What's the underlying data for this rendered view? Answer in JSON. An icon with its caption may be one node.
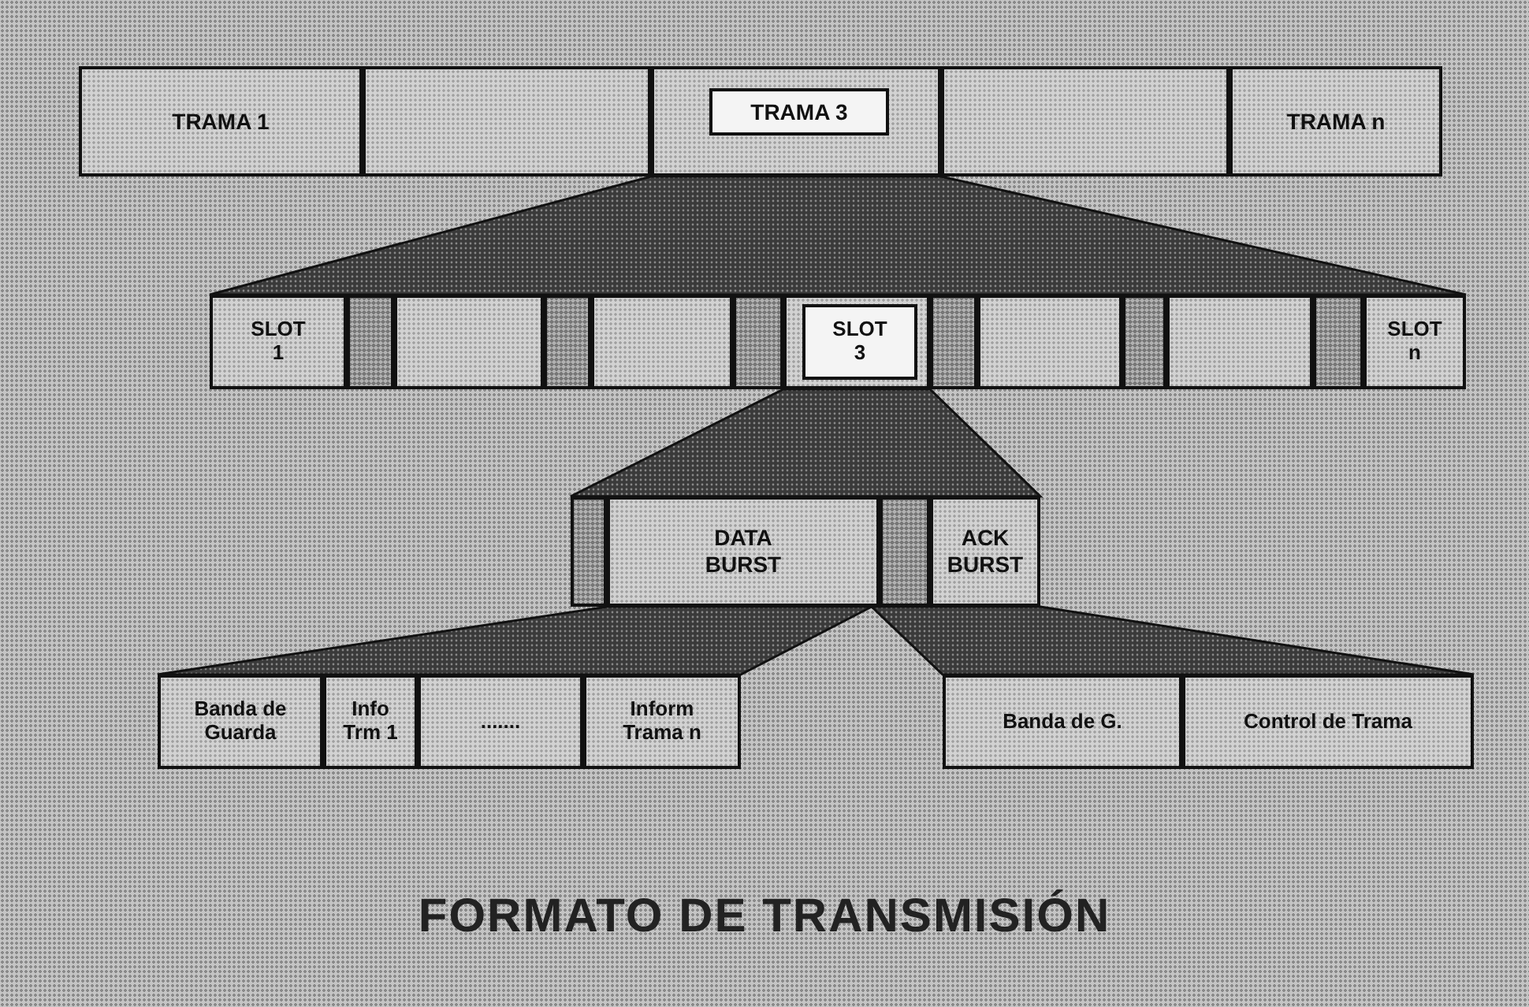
{
  "diagram": {
    "title": "FORMATO DE TRANSMISIÓN",
    "nodes": [
      {
        "text": [
          "TRAMA 1"
        ]
      },
      {
        "text": [],
        "shape": "box"
      },
      {
        "text": [],
        "shape": "box"
      },
      {
        "text": [
          "TRAMA 3"
        ],
        "in": 2
      },
      {
        "text": [],
        "shape": "box"
      },
      {
        "text": [
          "TRAMA n"
        ]
      },
      {
        "text": [
          "SLOT 1"
        ]
      },
      {
        "text": [],
        "shape": "box"
      },
      {
        "text": [],
        "shape": "box"
      },
      {
        "text": [],
        "shape": "box"
      },
      {
        "text": [],
        "shape": "box"
      },
      {
        "text": [],
        "shape": "box"
      },
      {
        "text": [],
        "shape": "box"
      },
      {
        "text": [
          "SLOT 3"
        ],
        "in": 12
      },
      {
        "text": [],
        "shape": "box"
      },
      {
        "text": [],
        "shape": "box"
      },
      {
        "text": [],
        "shape": "box"
      },
      {
        "text": [],
        "shape": "box"
      },
      {
        "text": [],
        "shape": "box"
      },
      {
        "text": [
          "SLOT n"
        ]
      },
      {
        "text": [],
        "shape": "box"
      },
      {
        "text": [
          "DATA BURST"
        ]
      },
      {
        "text": [],
        "shape": "box"
      },
      {
        "text": [
          "ACK BURST"
        ]
      },
      {
        "text": [
          "Banda de Guarda"
        ]
      },
      {
        "text": [
          "Info Trm 1"
        ]
      },
      {
        "text": [
          "......."
        ]
      },
      {
        "text": [
          "Inform Trama n"
        ]
      },
      {
        "text": [
          "Banda de G."
        ]
      },
      {
        "text": [
          "Control de Trama"
        ]
      }
    ]
  }
}
